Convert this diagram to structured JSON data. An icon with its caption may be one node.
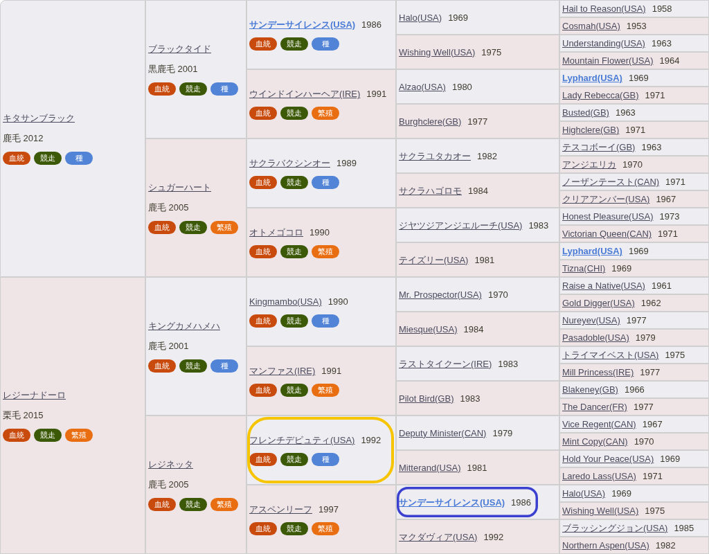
{
  "diagram": {
    "nodes": [
      {
        "text": [
          "キタサンブラック",
          "鹿毛 2012"
        ]
      },
      {
        "text": [
          "血統"
        ],
        "in": 0
      },
      {
        "text": [
          "競走"
        ],
        "in": 0
      },
      {
        "text": [
          "種"
        ],
        "in": 0
      },
      {
        "text": [
          "ブラックタイド",
          "黒鹿毛 2001"
        ]
      },
      {
        "text": [
          "血統"
        ],
        "in": 4
      },
      {
        "text": [
          "競走"
        ],
        "in": 4
      },
      {
        "text": [
          "種"
        ],
        "in": 4
      },
      {
        "text": [
          "サンデーサイレンス(USA)",
          "1986"
        ]
      },
      {
        "text": [
          "血統"
        ],
        "in": 8
      },
      {
        "text": [
          "競走"
        ],
        "in": 8
      },
      {
        "text": [
          "種"
        ],
        "in": 8
      },
      {
        "text": [
          "Halo(USA)",
          "1969"
        ]
      },
      {
        "text": [
          "Hail to Reason(USA)",
          "1958"
        ]
      },
      {
        "text": [
          "Cosmah(USA)",
          "1953"
        ]
      },
      {
        "text": [
          "Wishing Well(USA)",
          "1975"
        ]
      },
      {
        "text": [
          "Understanding(USA)",
          "1963"
        ]
      },
      {
        "text": [
          "Mountain Flower(USA)",
          "1964"
        ]
      },
      {
        "text": [
          "ウインドインハーヘア(IRE)",
          "1991"
        ]
      },
      {
        "text": [
          "血統"
        ],
        "in": 18
      },
      {
        "text": [
          "競走"
        ],
        "in": 18
      },
      {
        "text": [
          "繁殖"
        ],
        "in": 18
      },
      {
        "text": [
          "Alzao(USA)",
          "1980"
        ]
      },
      {
        "text": [
          "Lyphard(USA)",
          "1969"
        ]
      },
      {
        "text": [
          "Lady Rebecca(GB)",
          "1971"
        ]
      },
      {
        "text": [
          "Burghclere(GB)",
          "1977"
        ]
      },
      {
        "text": [
          "Busted(GB)",
          "1963"
        ]
      },
      {
        "text": [
          "Highclere(GB)",
          "1971"
        ]
      },
      {
        "text": [
          "シュガーハート",
          "鹿毛 2005"
        ]
      },
      {
        "text": [
          "血統"
        ],
        "in": 28
      },
      {
        "text": [
          "競走"
        ],
        "in": 28
      },
      {
        "text": [
          "繁殖"
        ],
        "in": 28
      },
      {
        "text": [
          "サクラバクシンオー",
          "1989"
        ]
      },
      {
        "text": [
          "血統"
        ],
        "in": 32
      },
      {
        "text": [
          "競走"
        ],
        "in": 32
      },
      {
        "text": [
          "種"
        ],
        "in": 32
      },
      {
        "text": [
          "サクラユタカオー",
          "1982"
        ]
      },
      {
        "text": [
          "テスコボーイ(GB)",
          "1963"
        ]
      },
      {
        "text": [
          "アンジエリカ",
          "1970"
        ]
      },
      {
        "text": [
          "サクラハゴロモ",
          "1984"
        ]
      },
      {
        "text": [
          "ノーザンテースト(CAN)",
          "1971"
        ]
      },
      {
        "text": [
          "クリアアンバー(USA)",
          "1967"
        ]
      },
      {
        "text": [
          "オトメゴコロ",
          "1990"
        ]
      },
      {
        "text": [
          "血統"
        ],
        "in": 42
      },
      {
        "text": [
          "競走"
        ],
        "in": 42
      },
      {
        "text": [
          "繁殖"
        ],
        "in": 42
      },
      {
        "text": [
          "ジヤツジアンジエルーチ(USA)",
          "1983"
        ]
      },
      {
        "text": [
          "Honest Pleasure(USA)",
          "1973"
        ]
      },
      {
        "text": [
          "Victorian Queen(CAN)",
          "1971"
        ]
      },
      {
        "text": [
          "テイズリー(USA)",
          "1981"
        ]
      },
      {
        "text": [
          "Lyphard(USA)",
          "1969"
        ]
      },
      {
        "text": [
          "Tizna(CHI)",
          "1969"
        ]
      },
      {
        "text": [
          "レジーナドーロ",
          "栗毛 2015"
        ]
      },
      {
        "text": [
          "血統"
        ],
        "in": 52
      },
      {
        "text": [
          "競走"
        ],
        "in": 52
      },
      {
        "text": [
          "繁殖"
        ],
        "in": 52
      },
      {
        "text": [
          "キングカメハメハ",
          "鹿毛 2001"
        ]
      },
      {
        "text": [
          "血統"
        ],
        "in": 56
      },
      {
        "text": [
          "競走"
        ],
        "in": 56
      },
      {
        "text": [
          "種"
        ],
        "in": 56
      },
      {
        "text": [
          "Kingmambo(USA)",
          "1990"
        ]
      },
      {
        "text": [
          "血統"
        ],
        "in": 60
      },
      {
        "text": [
          "競走"
        ],
        "in": 60
      },
      {
        "text": [
          "種"
        ],
        "in": 60
      },
      {
        "text": [
          "Mr. Prospector(USA)",
          "1970"
        ]
      },
      {
        "text": [
          "Raise a Native(USA)",
          "1961"
        ]
      },
      {
        "text": [
          "Gold Digger(USA)",
          "1962"
        ]
      },
      {
        "text": [
          "Miesque(USA)",
          "1984"
        ]
      },
      {
        "text": [
          "Nureyev(USA)",
          "1977"
        ]
      },
      {
        "text": [
          "Pasadoble(USA)",
          "1979"
        ]
      },
      {
        "text": [
          "マンファス(IRE)",
          "1991"
        ]
      },
      {
        "text": [
          "血統"
        ],
        "in": 70
      },
      {
        "text": [
          "競走"
        ],
        "in": 70
      },
      {
        "text": [
          "繁殖"
        ],
        "in": 70
      },
      {
        "text": [
          "ラストタイクーン(IRE)",
          "1983"
        ]
      },
      {
        "text": [
          "トライマイベスト(USA)",
          "1975"
        ]
      },
      {
        "text": [
          "Mill Princess(IRE)",
          "1977"
        ]
      },
      {
        "text": [
          "Pilot Bird(GB)",
          "1983"
        ]
      },
      {
        "text": [
          "Blakeney(GB)",
          "1966"
        ]
      },
      {
        "text": [
          "The Dancer(FR)",
          "1977"
        ]
      },
      {
        "text": [
          "レジネッタ",
          "鹿毛 2005"
        ]
      },
      {
        "text": [
          "血統"
        ],
        "in": 80
      },
      {
        "text": [
          "競走"
        ],
        "in": 80
      },
      {
        "text": [
          "繁殖"
        ],
        "in": 80
      },
      {
        "text": [
          "フレンチデピュティ(USA)",
          "1992"
        ]
      },
      {
        "text": [
          "血統"
        ],
        "in": 84
      },
      {
        "text": [
          "競走"
        ],
        "in": 84
      },
      {
        "text": [
          "種"
        ],
        "in": 84
      },
      {
        "text": [
          "Deputy Minister(CAN)",
          "1979"
        ]
      },
      {
        "text": [
          "Vice Regent(CAN)",
          "1967"
        ]
      },
      {
        "text": [
          "Mint Copy(CAN)",
          "1970"
        ]
      },
      {
        "text": [
          "Mitterand(USA)",
          "1981"
        ]
      },
      {
        "text": [
          "Hold Your Peace(USA)",
          "1969"
        ]
      },
      {
        "text": [
          "Laredo Lass(USA)",
          "1971"
        ]
      },
      {
        "text": [
          "アスペンリーフ",
          "1997"
        ]
      },
      {
        "text": [
          "血統"
        ],
        "in": 94
      },
      {
        "text": [
          "競走"
        ],
        "in": 94
      },
      {
        "text": [
          "繁殖"
        ],
        "in": 94
      },
      {
        "text": [
          "サンデーサイレンス(USA)",
          "1986"
        ]
      },
      {
        "text": [
          "Halo(USA)",
          "1969"
        ]
      },
      {
        "text": [
          "Wishing Well(USA)",
          "1975"
        ]
      },
      {
        "text": [
          "マクダヴィア(USA)",
          "1992"
        ]
      },
      {
        "text": [
          "ブラッシングジョン(USA)",
          "1985"
        ]
      },
      {
        "text": [
          "Northern Aspen(USA)",
          "1982"
        ]
      }
    ]
  }
}
